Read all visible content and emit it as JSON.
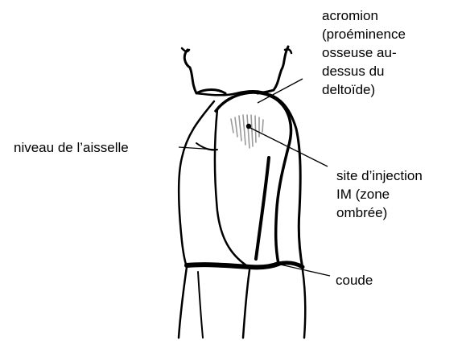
{
  "labels": {
    "acromion": [
      "acromion",
      "(proéminence",
      "osseuse au-",
      "dessus du",
      "deltoïde)"
    ],
    "aisselle": [
      "niveau de l’aisselle"
    ],
    "injection": [
      "site d’injection",
      "IM (zone",
      "ombrée)"
    ],
    "coude": [
      "coude"
    ]
  },
  "colors": {
    "ink": "#000000",
    "shading": "#9a9a9a",
    "background": "#ffffff"
  }
}
